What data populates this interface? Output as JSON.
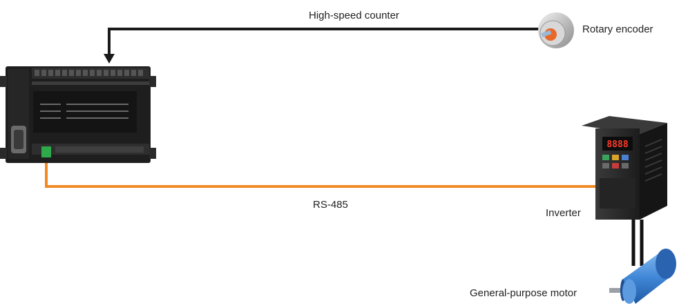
{
  "labels": {
    "high_speed_counter": "High-speed counter",
    "rotary_encoder": "Rotary encoder",
    "rs485": "RS-485",
    "inverter": "Inverter",
    "motor": "General-purpose motor"
  },
  "devices": {
    "plc": {
      "icon": "plc-controller-icon"
    },
    "encoder": {
      "icon": "rotary-encoder-icon"
    },
    "inverter": {
      "icon": "inverter-icon",
      "display_text": "8888"
    },
    "motor": {
      "icon": "motor-icon"
    }
  },
  "colors": {
    "counter_line": "#1a1a1a",
    "rs485_line": "#f08a24",
    "motor_cable": "#111111",
    "plc_body": "#1e1e1e",
    "inverter_body": "#2a2a2a",
    "motor_body": "#3f86d6",
    "terminal_green": "#2eaa4a"
  }
}
